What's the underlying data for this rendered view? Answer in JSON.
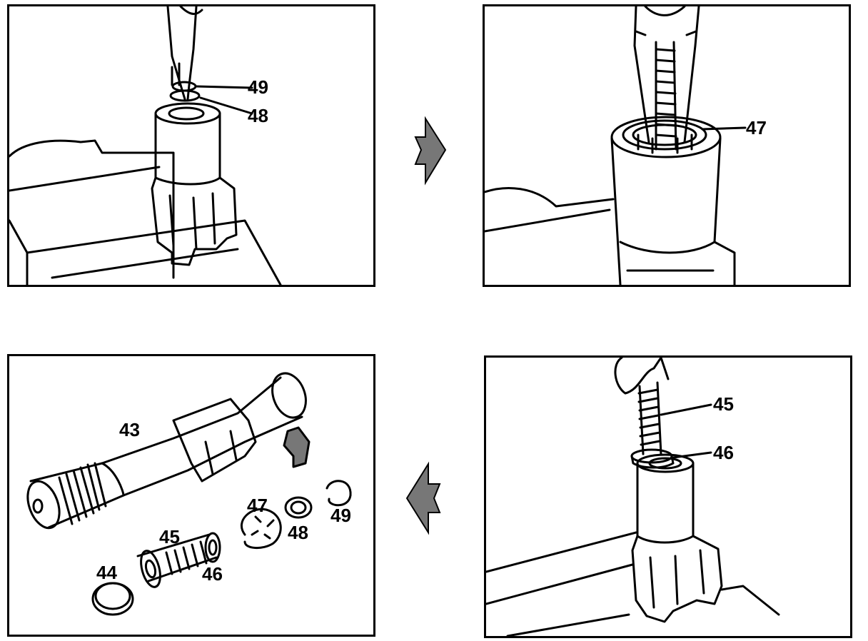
{
  "panels": {
    "top_left": {
      "callouts": {
        "c49": "49",
        "c48": "48"
      }
    },
    "top_right": {
      "callouts": {
        "c47": "47"
      }
    },
    "bottom_left": {
      "callouts": {
        "c43": "43",
        "c44": "44",
        "c45": "45",
        "c46": "46",
        "c47": "47",
        "c48": "48",
        "c49": "49"
      }
    },
    "bottom_right": {
      "callouts": {
        "c45": "45",
        "c46": "46"
      }
    }
  },
  "sequence_arrows": [
    {
      "from": "top_left",
      "to": "top_right",
      "direction": "right"
    },
    {
      "from": "bottom_right",
      "to": "bottom_left",
      "direction": "left"
    }
  ],
  "colors": {
    "line": "#000000",
    "background": "#ffffff",
    "arrow_fill": "#777777"
  }
}
